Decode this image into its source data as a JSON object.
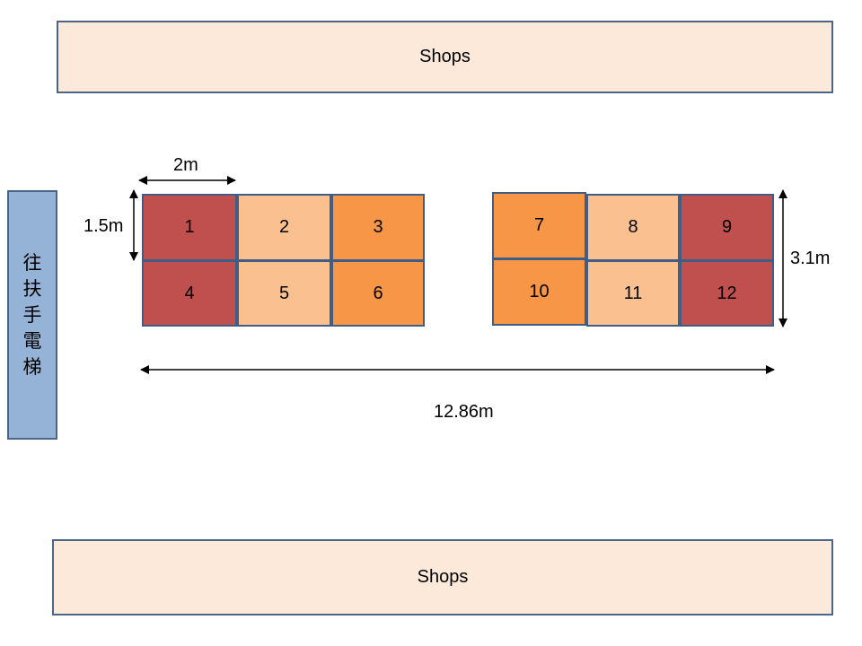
{
  "shops_top": {
    "label": "Shops"
  },
  "shops_bottom": {
    "label": "Shops"
  },
  "escalator": {
    "chars": [
      "往",
      "扶",
      "手",
      "電",
      "梯"
    ]
  },
  "stalls": [
    {
      "id": "1",
      "label": "1",
      "color": "#c0504d"
    },
    {
      "id": "2",
      "label": "2",
      "color": "#fac090"
    },
    {
      "id": "3",
      "label": "3",
      "color": "#f79646"
    },
    {
      "id": "4",
      "label": "4",
      "color": "#c0504d"
    },
    {
      "id": "5",
      "label": "5",
      "color": "#fac090"
    },
    {
      "id": "6",
      "label": "6",
      "color": "#f79646"
    },
    {
      "id": "7",
      "label": "7",
      "color": "#f79646"
    },
    {
      "id": "8",
      "label": "8",
      "color": "#fac090"
    },
    {
      "id": "9",
      "label": "9",
      "color": "#c0504d"
    },
    {
      "id": "10",
      "label": "10",
      "color": "#f79646"
    },
    {
      "id": "11",
      "label": "11",
      "color": "#fac090"
    },
    {
      "id": "12",
      "label": "12",
      "color": "#c0504d"
    }
  ],
  "dimensions": {
    "stall_width": "2m",
    "stall_height": "1.5m",
    "block_depth": "3.1m",
    "total_length": "12.86m"
  },
  "colors": {
    "shops_fill": "#fde9d9",
    "escalator_fill": "#95b3d7",
    "outline": "#3f5d85"
  }
}
